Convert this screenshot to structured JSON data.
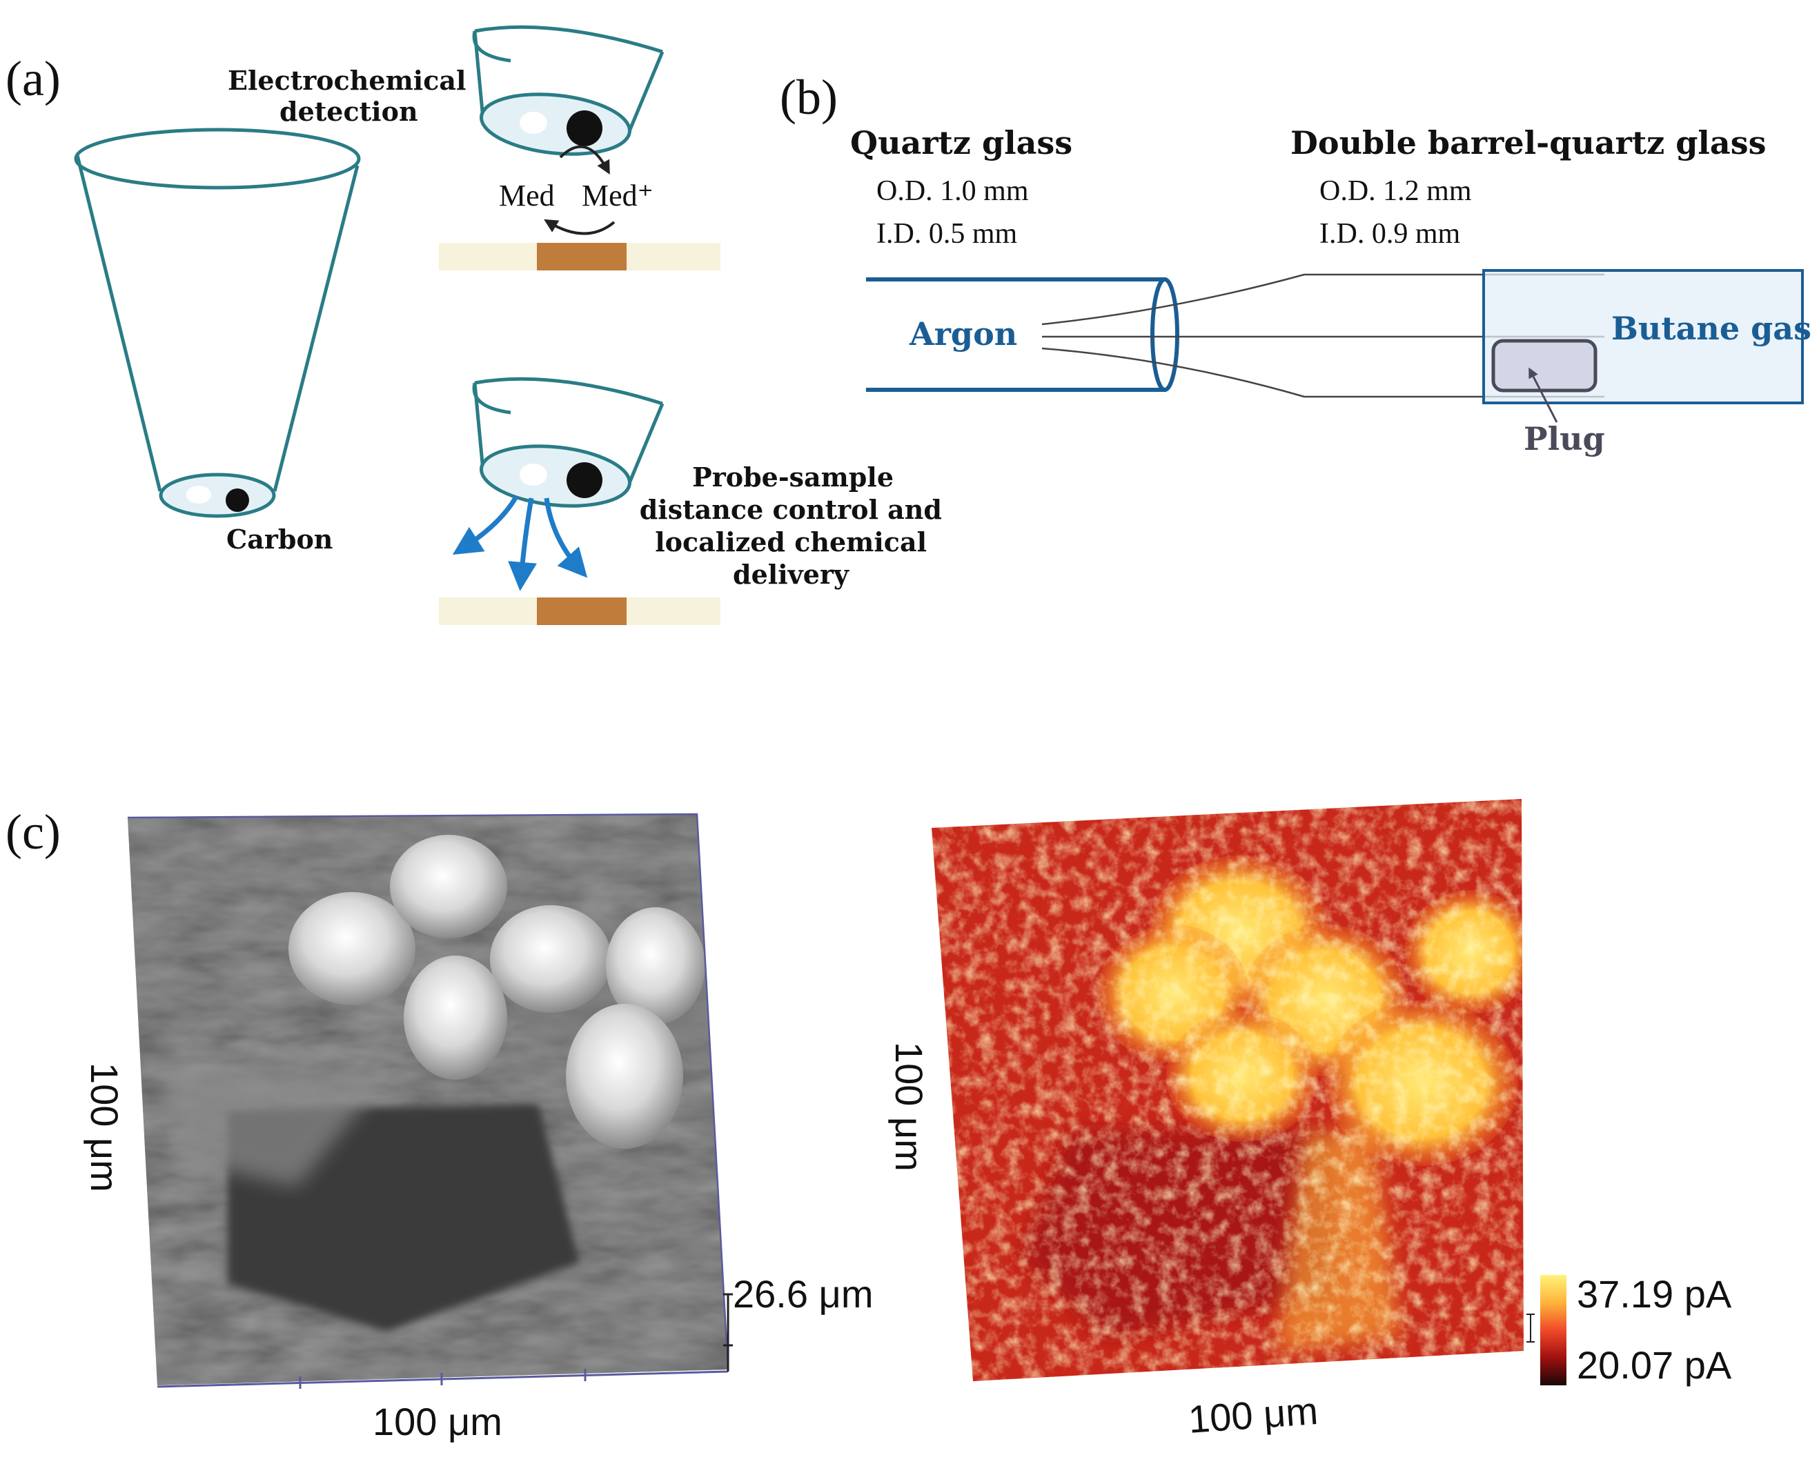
{
  "panel_a": {
    "label": "(a)",
    "electrochemical_detection": [
      "Electrochemical",
      "detection"
    ],
    "med": "Med",
    "med_plus": "Med⁺",
    "carbon": "Carbon",
    "probe_sample": [
      "Probe-sample",
      "distance control and",
      "localized chemical",
      "delivery"
    ]
  },
  "panel_b": {
    "label": "(b)",
    "quartz_title": "Quartz glass",
    "quartz_od": "O.D. 1.0 mm",
    "quartz_id": "I.D. 0.5 mm",
    "double_title": "Double barrel-quartz glass",
    "double_od": "O.D. 1.2 mm",
    "double_id": "I.D. 0.9 mm",
    "argon": "Argon",
    "butane": "Butane gas",
    "plug": "Plug"
  },
  "panel_c": {
    "label": "(c)",
    "left": {
      "y_label": "100 μm",
      "x_label": "100 μm",
      "z_label": "26.6 μm"
    },
    "right": {
      "y_label": "100 μm",
      "x_label": "100 μm",
      "scale_max": "37.19 pA",
      "scale_min": "20.07 pA"
    }
  },
  "colors": {
    "teal": "#2a7c86",
    "dark_blue": "#1a5d94",
    "arrow_blue": "#1e7cc8",
    "substrate": "#f7f2dc",
    "electrode": "#c07c3a",
    "plug_fill": "#d3d6e6",
    "butane_box": "#e3edf8",
    "gray_text": "#4a4a5a"
  }
}
